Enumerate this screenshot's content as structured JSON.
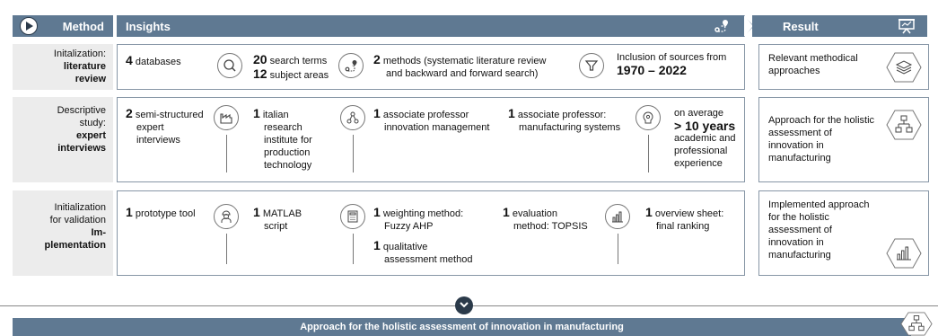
{
  "header": {
    "method": "Method",
    "insights": "Insights",
    "result": "Result"
  },
  "rows": [
    {
      "label_line1": "Initalization:",
      "label_bold1": "literature",
      "label_bold2": "review",
      "c1_num": "4",
      "c1_text": "databases",
      "c2a_num": "20",
      "c2a_text": "search terms",
      "c2b_num": "12",
      "c2b_text": "subject areas",
      "c3_num": "2",
      "c3_text1": "methods (systematic literature review",
      "c3_text2": "and backward and forward search)",
      "c4_text1": "Inclusion of sources from",
      "c4_bold": "1970 – 2022",
      "result": "Relevant methodical approaches"
    },
    {
      "label_line1": "Descriptive",
      "label_line2": "study:",
      "label_bold1": "expert",
      "label_bold2": "interviews",
      "c1_num": "2",
      "c1_text1": "semi-structured",
      "c1_text2": "expert",
      "c1_text3": "interviews",
      "c2_num": "1",
      "c2_text1": "italian",
      "c2_text2": "research",
      "c2_text3": "institute for",
      "c2_text4": "production",
      "c2_text5": "technology",
      "c3_num": "1",
      "c3_text1": "associate professor",
      "c3_text2": "innovation management",
      "c4_num": "1",
      "c4_text1": "associate professor:",
      "c4_text2": "manufacturing systems",
      "c5_text1": "on average",
      "c5_bold": "> 10 years",
      "c5_text2": "academic and",
      "c5_text3": "professional",
      "c5_text4": "experience",
      "result": "Approach for the holistic assessment of innovation in manufacturing"
    },
    {
      "label_line1": "Initialization",
      "label_line2": "for validation",
      "label_bold1": "Im-",
      "label_bold2": "plementation",
      "c1_num": "1",
      "c1_text": "prototype tool",
      "c2_num": "1",
      "c2_text1": "MATLAB",
      "c2_text2": "script",
      "c3_num": "1",
      "c3_text1": "weighting method:",
      "c3_text2": "Fuzzy AHP",
      "c3b_num": "1",
      "c3b_text1": "qualitative",
      "c3b_text2": "assessment method",
      "c4_num": "1",
      "c4_text1": "evaluation",
      "c4_text2": "method: TOPSIS",
      "c5_num": "1",
      "c5_text1": "overview sheet:",
      "c5_text2": "final ranking",
      "result": "Implemented approach for the holistic assessment of innovation in manufacturing"
    }
  ],
  "footer": "Approach for the holistic assessment of innovation in manufacturing",
  "colors": {
    "header": "#5f7992",
    "dark": "#2b3a4a",
    "label_bg": "#ececec",
    "border": "#8796a6"
  }
}
